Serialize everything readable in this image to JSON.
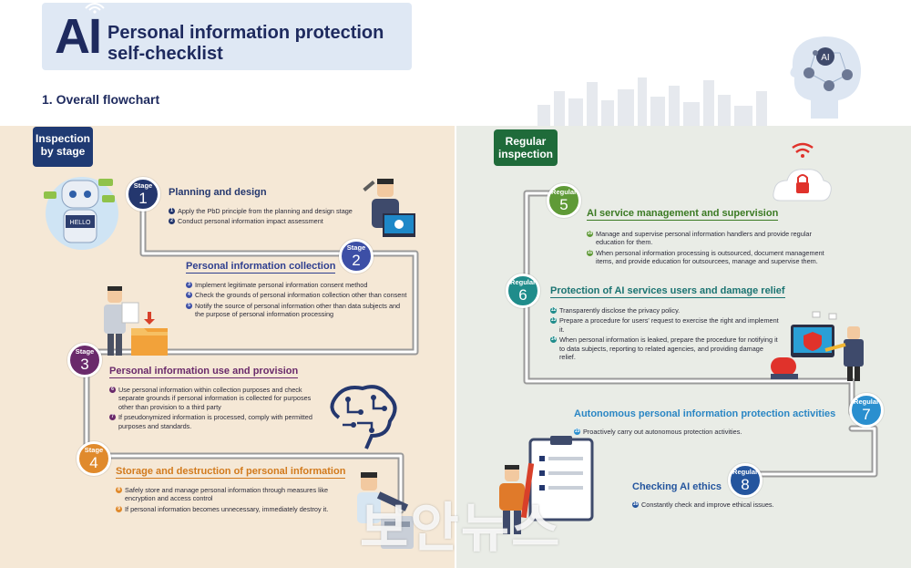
{
  "header": {
    "logo_text": "AI",
    "title_line1": "Personal information protection",
    "title_line2": "self-checklist",
    "section": "1. Overall flowchart"
  },
  "left_panel": {
    "tag": "Inspection by stage",
    "robot_sign": "HELLO",
    "stages": [
      {
        "label": "Stage",
        "number": "1",
        "title": "Planning and design",
        "items": [
          {
            "num": "1",
            "text": "Apply the PbD principle from the planning and design stage"
          },
          {
            "num": "2",
            "text": "Conduct personal information impact assessment"
          }
        ]
      },
      {
        "label": "Stage",
        "number": "2",
        "title": "Personal information collection",
        "items": [
          {
            "num": "3",
            "text": "Implement legitimate personal information consent method"
          },
          {
            "num": "4",
            "text": "Check the grounds of personal information collection other than consent"
          },
          {
            "num": "5",
            "text": "Notify the source of personal information other than data subjects and the purpose of personal information processing"
          }
        ]
      },
      {
        "label": "Stage",
        "number": "3",
        "title": "Personal information use and provision",
        "items": [
          {
            "num": "6",
            "text": "Use personal information within collection purposes and check separate grounds if personal information is collected for purposes other than provision to a third party"
          },
          {
            "num": "7",
            "text": "If pseudonymized information is processed, comply with permitted purposes and standards."
          }
        ]
      },
      {
        "label": "Stage",
        "number": "4",
        "title": "Storage and destruction of personal information",
        "items": [
          {
            "num": "8",
            "text": "Safely store and manage personal information through measures like encryption and access control"
          },
          {
            "num": "9",
            "text": "If personal information becomes unnecessary, immediately destroy it."
          }
        ]
      }
    ]
  },
  "right_panel": {
    "tag": "Regular inspection",
    "steps": [
      {
        "label": "Regular",
        "number": "5",
        "title": "AI service management and supervision",
        "items": [
          {
            "num": "10",
            "text": "Manage and supervise personal information handlers and provide regular education for them."
          },
          {
            "num": "11",
            "text": "When personal information processing is outsourced, document management items, and provide education for outsourcees, manage and supervise them."
          }
        ]
      },
      {
        "label": "Regular",
        "number": "6",
        "title": "Protection of AI services users and damage relief",
        "items": [
          {
            "num": "12",
            "text": "Transparently disclose the privacy policy."
          },
          {
            "num": "13",
            "text": "Prepare a procedure for users' request to exercise the right and implement it."
          },
          {
            "num": "14",
            "text": "When personal information is leaked, prepare the procedure for notifying it to data subjects, reporting to related agencies, and providing damage relief."
          }
        ]
      },
      {
        "label": "Regular",
        "number": "7",
        "title": "Autonomous personal information protection activities",
        "items": [
          {
            "num": "15",
            "text": "Proactively carry out autonomous protection activities."
          }
        ]
      },
      {
        "label": "Regular",
        "number": "8",
        "title": "Checking AI ethics",
        "items": [
          {
            "num": "16",
            "text": "Constantly check and improve ethical issues."
          }
        ]
      }
    ]
  },
  "head_badge": "AI",
  "watermark": "보안뉴스",
  "colors": {
    "navy": "#24376e",
    "purple": "#3d4fa6",
    "plum": "#6a2a6b",
    "orange": "#e08a2c",
    "green": "#5f9a37",
    "teal": "#1f8c8b",
    "blue": "#2a8fcf",
    "dblue": "#24559e",
    "left_bg": "#f5e8d6",
    "right_bg": "#e9ece6"
  }
}
